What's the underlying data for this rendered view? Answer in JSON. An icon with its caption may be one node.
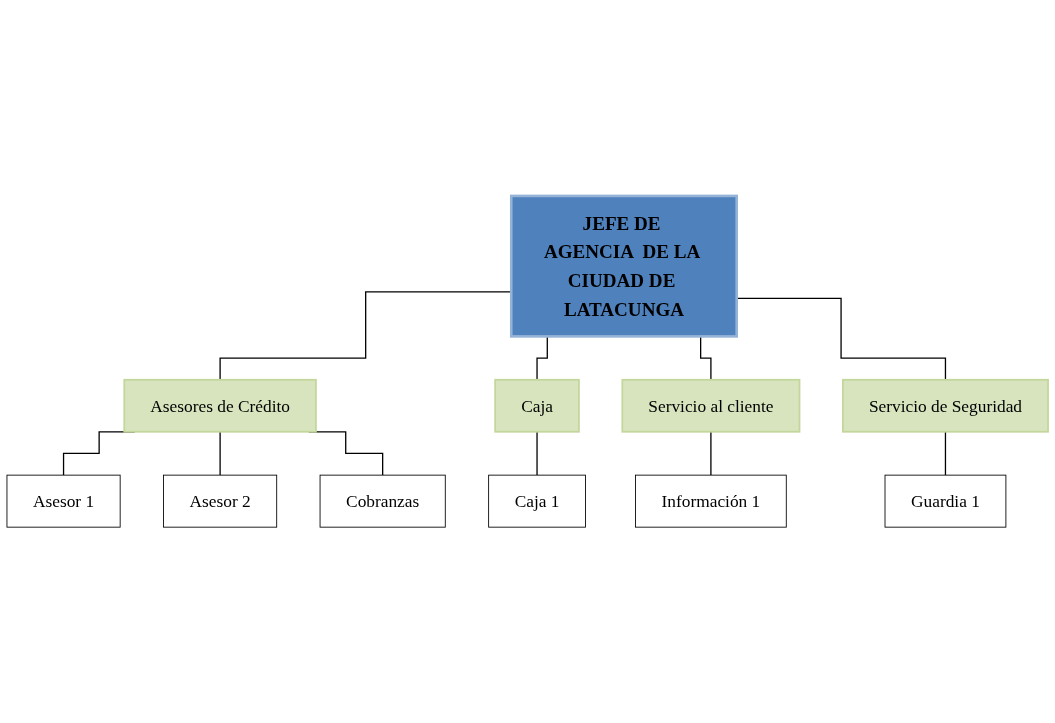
{
  "diagram": {
    "nodes": [
      {
        "text": [
          "JEFE DE AGENCIA  DE LA CIUDAD DE LATACUNGA"
        ]
      },
      {
        "text": [
          "Asesores de Crédito"
        ]
      },
      {
        "text": [
          "Caja"
        ]
      },
      {
        "text": [
          "Servicio al cliente"
        ]
      },
      {
        "text": [
          "Servicio de Seguridad"
        ]
      },
      {
        "text": [
          "Asesor  1"
        ]
      },
      {
        "text": [
          "Asesor  2"
        ]
      },
      {
        "text": [
          "Cobranzas"
        ]
      },
      {
        "text": [
          "Caja 1"
        ]
      },
      {
        "text": [
          "Información 1"
        ]
      },
      {
        "text": [
          "Guardia 1"
        ]
      }
    ],
    "edges": [
      {
        "from": 0,
        "to": 1,
        "arrow": "none"
      },
      {
        "from": 0,
        "to": 2,
        "arrow": "none"
      },
      {
        "from": 0,
        "to": 3,
        "arrow": "none"
      },
      {
        "from": 0,
        "to": 4,
        "arrow": "none"
      },
      {
        "from": 1,
        "to": 5,
        "arrow": "none"
      },
      {
        "from": 1,
        "to": 6,
        "arrow": "none"
      },
      {
        "from": 1,
        "to": 7,
        "arrow": "none"
      },
      {
        "from": 2,
        "to": 8,
        "arrow": "none"
      },
      {
        "from": 3,
        "to": 9,
        "arrow": "none"
      },
      {
        "from": 4,
        "to": 10,
        "arrow": "none"
      }
    ]
  }
}
